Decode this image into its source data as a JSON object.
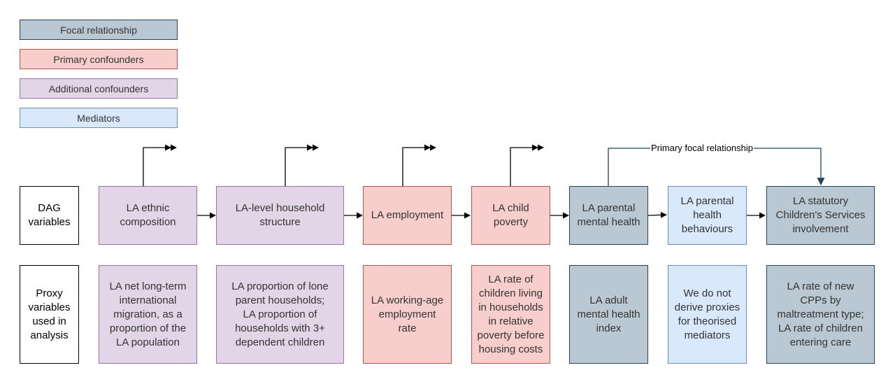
{
  "legend": {
    "focal": "Focal relationship",
    "primary": "Primary confounders",
    "additional": "Additional confounders",
    "mediators": "Mediators"
  },
  "row_labels": {
    "dag": "DAG\nvariables",
    "proxy": "Proxy\nvariables\nused in\nanalysis"
  },
  "dag": {
    "ethnic": "LA ethnic\ncomposition",
    "household": "LA-level household\nstructure",
    "employment": "LA employment",
    "child_poverty": "LA child\npoverty",
    "parental_mh": "LA parental\nmental health",
    "parental_behaviours": "LA parental\nhealth\nbehaviours",
    "csc": "LA statutory\nChildren's Services\ninvolvement"
  },
  "proxy": {
    "ethnic": "LA net long-term\ninternational\nmigration, as a\nproportion of the\nLA population",
    "household": "LA proportion of lone\nparent households;\nLA proportion of\nhouseholds with 3+\ndependent children",
    "employment": "LA working-age\nemployment\nrate",
    "child_poverty": "LA rate of\nchildren living\nin households\nin relative\npoverty before\nhousing costs",
    "parental_mh": "LA adult\nmental health\nindex",
    "parental_behaviours": "We do not\nderive proxies\nfor theorised\nmediators",
    "csc": "LA rate of new\nCPPs by\nmaltreatment type;\nLA rate of children\nentering care"
  },
  "edge_label": "Primary focal relationship",
  "colors": {
    "focal_fill": "#bac8d3",
    "focal_stroke": "#23445d",
    "primary_fill": "#f8cecc",
    "primary_stroke": "#b85450",
    "additional_fill": "#e1d5e7",
    "additional_stroke": "#9673a6",
    "mediator_fill": "#dae8fc",
    "mediator_stroke": "#6c8ebf"
  }
}
